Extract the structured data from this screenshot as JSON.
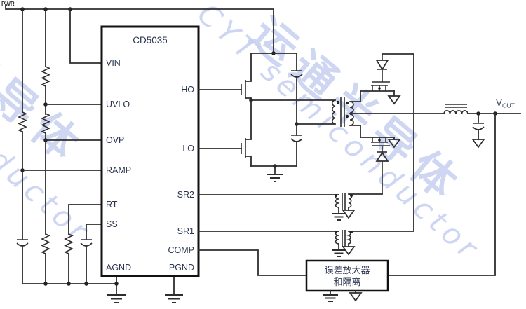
{
  "power": {
    "rail_label": "PWR"
  },
  "ic": {
    "title": "CD5035",
    "left_pins": [
      "VIN",
      "UVLO",
      "OVP",
      "RAMP",
      "RT",
      "SS",
      "AGND"
    ],
    "right_pins": [
      "HO",
      "LO",
      "SR2",
      "SR1",
      "COMP",
      "PGND"
    ]
  },
  "output": {
    "v": "V",
    "sub": "OUT"
  },
  "error_amp": {
    "line1": "误差放大器",
    "line2": "和隔离"
  },
  "watermark": {
    "cjk": "运通半导体",
    "latin": "CYT semiconductor",
    "accent_fragment": "半"
  },
  "colors": {
    "wire": "#2e2e2e",
    "label": "#2b3550",
    "watermark_blue": "#c2ccee",
    "watermark_accent": "#dc9a6a"
  }
}
